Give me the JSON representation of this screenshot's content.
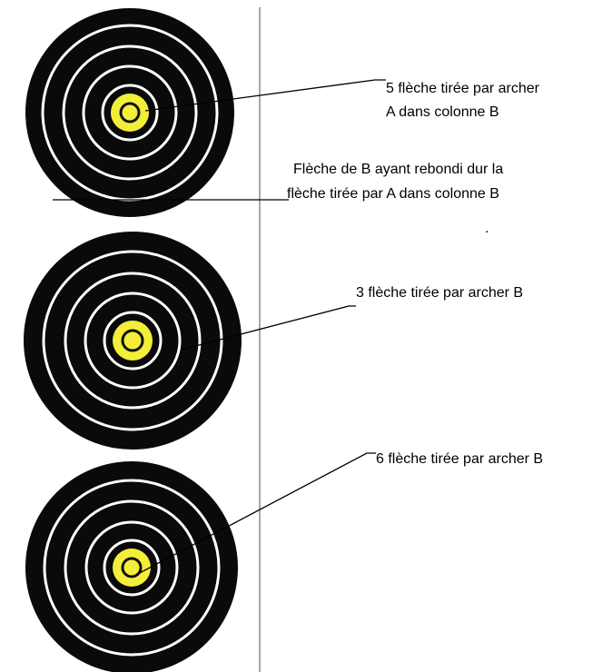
{
  "annotations": {
    "arrow_5_line1": "5 flèche tirée par archer",
    "arrow_5_line2": "A dans colonne B",
    "rebound_line1": "Flèche de B ayant rebondi dur la",
    "rebound_line2": "flèche tirée par A dans colonne B",
    "stray_dot": ".",
    "arrow_3": "3 flèche tirée par archer B",
    "arrow_6": "6 flèche tirée par archer B"
  },
  "colors": {
    "target_black": "#0a0a0a",
    "ring_white": "#ffffff",
    "center_yellow": "#f3ee3a",
    "center_ring": "#111111",
    "pointer_line": "#000000",
    "column_divider": "#8a8a8a"
  },
  "icons": {
    "target": "archery-target-icon"
  }
}
